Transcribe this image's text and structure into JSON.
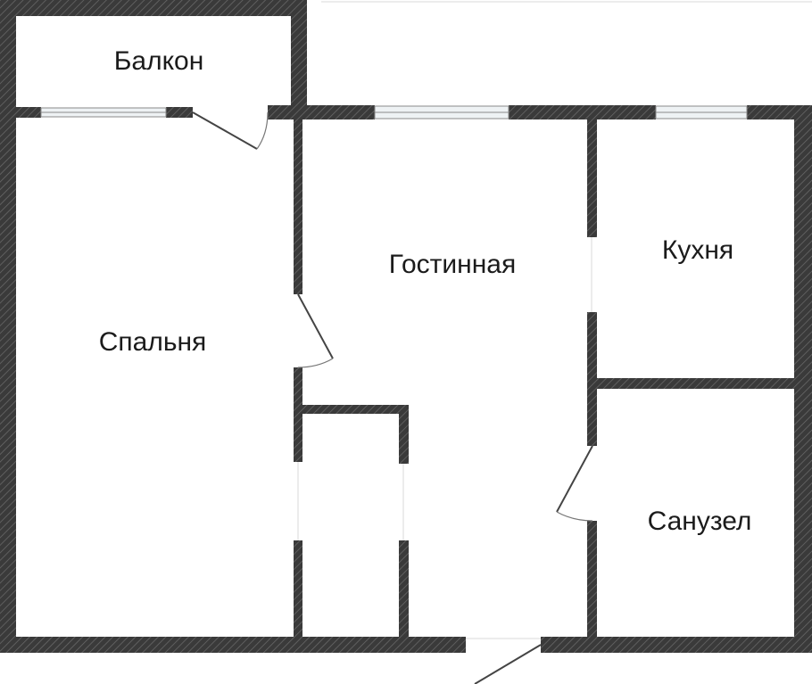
{
  "plan": {
    "rooms": [
      {
        "id": "balcony",
        "label": "Балкон"
      },
      {
        "id": "bedroom",
        "label": "Спальня"
      },
      {
        "id": "living",
        "label": "Гостинная"
      },
      {
        "id": "kitchen",
        "label": "Кухня"
      },
      {
        "id": "bathroom",
        "label": "Санузел"
      }
    ],
    "colors": {
      "wall": "#3a3a3a",
      "hatch": "#555555",
      "floor": "#ffffff",
      "window": "#dfe6ea",
      "door": "#444444"
    }
  }
}
